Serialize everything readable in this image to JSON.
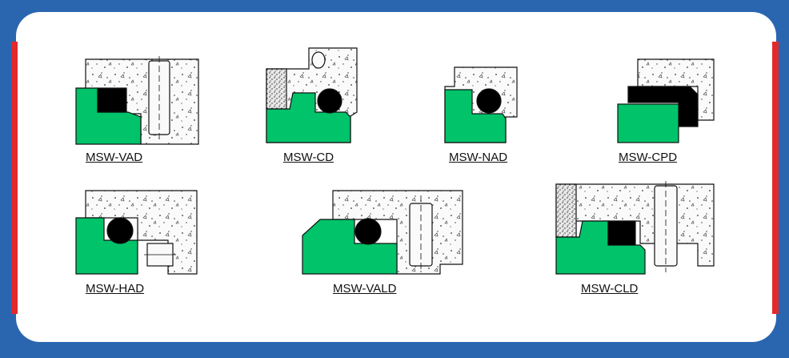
{
  "colors": {
    "background_frame": "#2a66b0",
    "panel": "#ffffff",
    "accent_bar": "#e3292b",
    "seal_green": "#00c36a",
    "oring_black": "#000000",
    "outline": "#111111"
  },
  "seals": [
    {
      "label": "MSW-VAD"
    },
    {
      "label": "MSW-CD"
    },
    {
      "label": "MSW-NAD"
    },
    {
      "label": "MSW-CPD"
    },
    {
      "label": "MSW-HAD"
    },
    {
      "label": "MSW-VALD"
    },
    {
      "label": "MSW-CLD"
    }
  ]
}
